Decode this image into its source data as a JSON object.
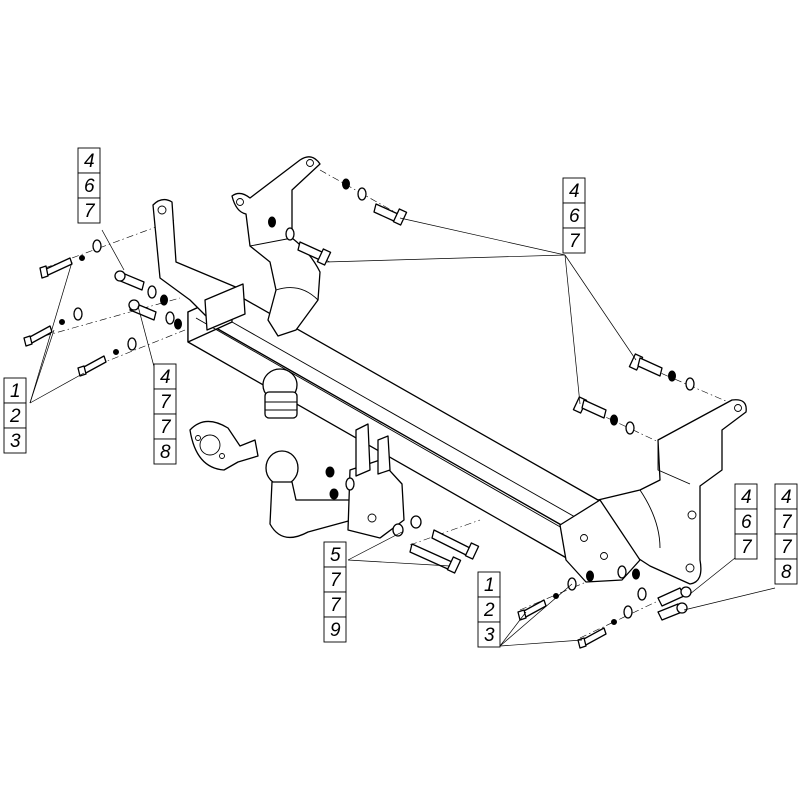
{
  "callouts": [
    {
      "id": "top-left",
      "numbers": [
        "4",
        "6",
        "7"
      ]
    },
    {
      "id": "mid-left",
      "numbers": [
        "4",
        "7",
        "7",
        "8"
      ]
    },
    {
      "id": "left",
      "numbers": [
        "1",
        "2",
        "3"
      ]
    },
    {
      "id": "top-right",
      "numbers": [
        "4",
        "6",
        "7"
      ]
    },
    {
      "id": "center",
      "numbers": [
        "5",
        "7",
        "7",
        "9"
      ]
    },
    {
      "id": "bottom-right-a",
      "numbers": [
        "1",
        "2",
        "3"
      ]
    },
    {
      "id": "right-a",
      "numbers": [
        "4",
        "6",
        "7"
      ]
    },
    {
      "id": "right-b",
      "numbers": [
        "4",
        "7",
        "7",
        "8"
      ]
    }
  ]
}
